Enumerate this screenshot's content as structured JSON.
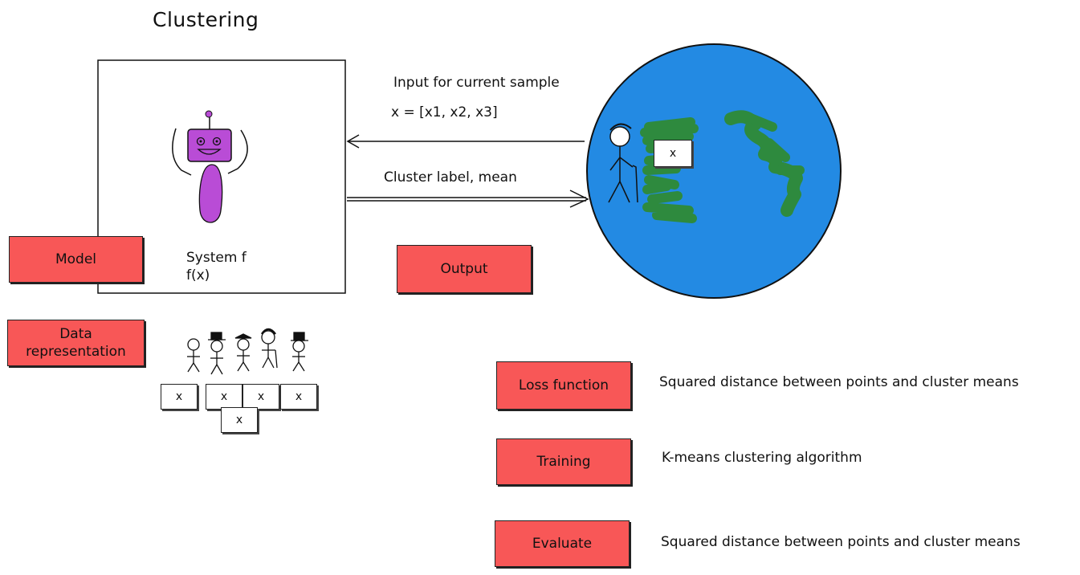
{
  "title": "Clustering",
  "system": {
    "line1": "System f",
    "line2": "f(x)"
  },
  "arrows": {
    "input_label": "Input for current sample",
    "input_vector": "x = [x1, x2, x3]",
    "output_label": "Cluster label, mean"
  },
  "sample_marker": "x",
  "data_markers": [
    "x",
    "x",
    "x",
    "x",
    "x"
  ],
  "boxes": {
    "model": "Model",
    "data_representation": "Data representation",
    "output": "Output",
    "loss_function": "Loss function",
    "training": "Training",
    "evaluate": "Evaluate"
  },
  "descriptions": {
    "loss_function": "Squared distance between points and cluster means",
    "training": "K-means clustering algorithm",
    "evaluate": "Squared distance between points and cluster means"
  },
  "colors": {
    "red_box": "#f85757",
    "robot_purple": "#b94cd6",
    "globe_blue": "#238ae3",
    "land_green": "#2e8a3e"
  }
}
